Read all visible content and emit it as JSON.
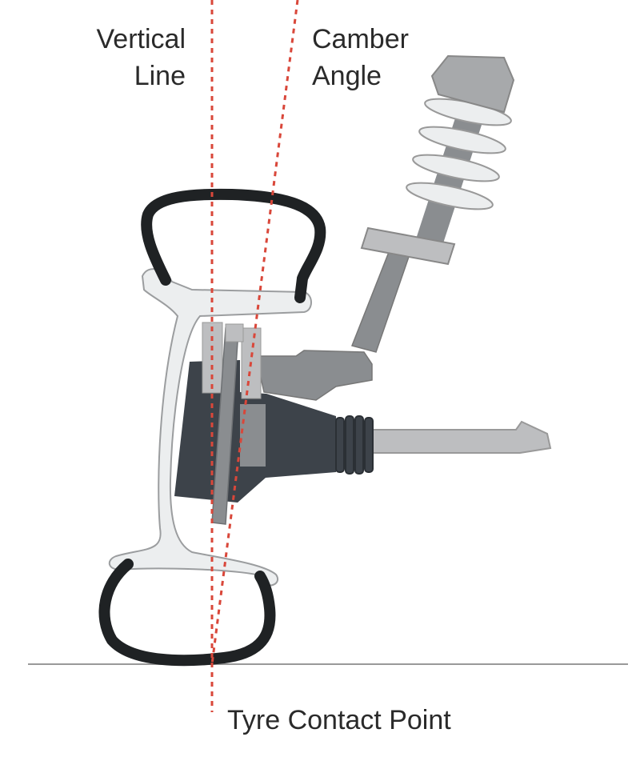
{
  "labels": {
    "vertical_line": [
      "Vertical",
      "Line"
    ],
    "camber_angle": [
      "Camber",
      "Angle"
    ],
    "tyre_contact_point": "Tyre Contact Point"
  },
  "colors": {
    "reference_lines": "#d9473a",
    "tyre": "#1f2224",
    "rim": "#eceeef",
    "knuckle": "#3d434a",
    "arm": "#8a8d90",
    "light_part": "#bdbec0",
    "ground": "#999999"
  }
}
